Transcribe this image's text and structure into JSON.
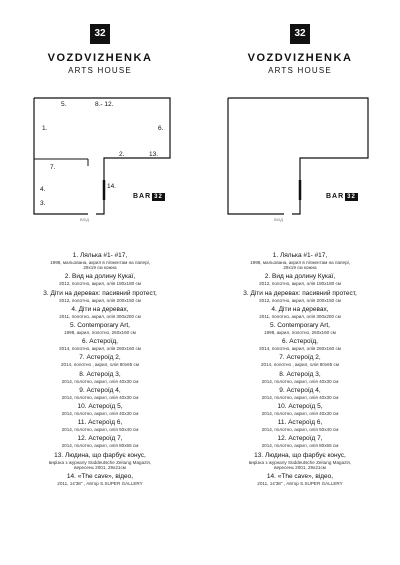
{
  "logo": {
    "number": "32",
    "name": "VOZDVIZHENKA",
    "subtitle": "ARTS HOUSE"
  },
  "plan": {
    "labels": {
      "l5": "5.",
      "l8_12": "8.- 12.",
      "l1": "1.",
      "l6": "6.",
      "l2": "2.",
      "l13": "13.",
      "l7": "7.",
      "l4": "4.",
      "l3": "3.",
      "l14": "14."
    },
    "bar": {
      "text": "BAR",
      "number": "32"
    },
    "entrance": "ВХІД"
  },
  "artworks": [
    {
      "title": "1. Лялька #1- #17,",
      "details": "1998, мальована, акрил в пігментам на папері,\n29х19 см кожна"
    },
    {
      "title": "2. Вид на долину Кукаї,",
      "details": "2012, полотно, акрил, олія 180х180 см"
    },
    {
      "title": "3. Діти на деревах: пасивний протест,",
      "details": "2012, полотно, акрил, олія 200х150 см"
    },
    {
      "title": "4. Діти на деревах,",
      "details": "2011, полотно, акрил, олія 300х200 см"
    },
    {
      "title": "5. Contemporary Art,",
      "details": "1998, акрил, полотно, 260х160 см"
    },
    {
      "title": "6. Астероїд,",
      "details": "2014, полотно, акрил, олія 260х160 см"
    },
    {
      "title": "7. Астероїд 2,",
      "details": "2014, полотно , акрил, олія 80х65 см"
    },
    {
      "title": "8. Астероїд 3,",
      "details": "2014, полотно, акрил, олія 40х30 см"
    },
    {
      "title": "9. Астероїд 4,",
      "details": "2014, полотно, акрил, олія 40х30 см"
    },
    {
      "title": "10. Астероїд 5,",
      "details": "2014, полотно, акрил, олія 40х30 см"
    },
    {
      "title": "11. Астероїд 6,",
      "details": "2014, полотно, акрил, олія 50х40 см"
    },
    {
      "title": "12. Астероїд 7,",
      "details": "2014, полотно, акрил, олія 80х65 см"
    },
    {
      "title": "13. Людина, що фарбує конус,",
      "details": "вирізка з журналу Süddeutsche Zeitung Magazin,\nвересень 2001, 29х21см"
    },
    {
      "title": "14. «The cave», відео,",
      "details": "2011, 14'38\" , Автор S.SUPER GALLERY"
    }
  ]
}
